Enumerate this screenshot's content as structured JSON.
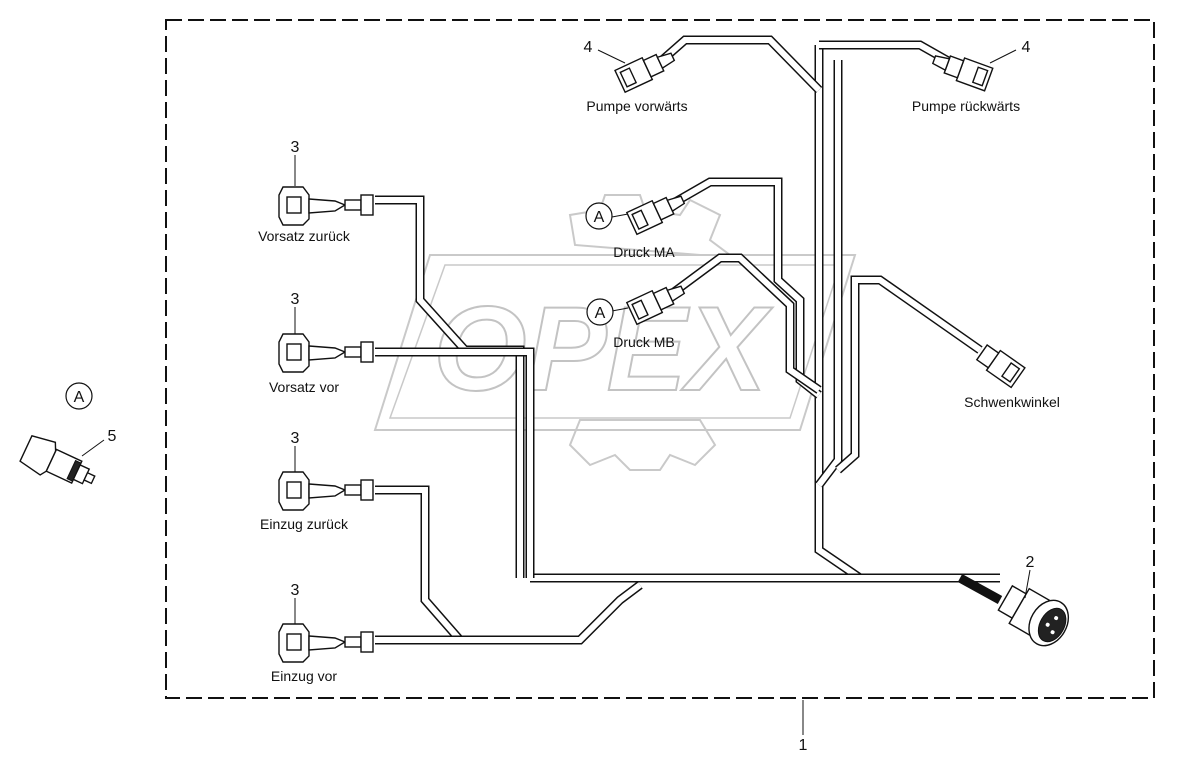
{
  "labels": {
    "pump_forward": "Pumpe vorwärts",
    "pump_reverse": "Pumpe rückwärts",
    "header_back": "Vorsatz zurück",
    "header_fwd": "Vorsatz vor",
    "intake_back": "Einzug zurück",
    "intake_fwd": "Einzug vor",
    "pressure_ma": "Druck MA",
    "pressure_mb": "Druck MB",
    "swivel_angle": "Schwenkwinkel"
  },
  "callouts": {
    "n1": "1",
    "n2": "2",
    "n3a": "3",
    "n3b": "3",
    "n3c": "3",
    "n3d": "3",
    "n4a": "4",
    "n4b": "4",
    "n5": "5",
    "detail_a1": "A",
    "detail_a2": "A",
    "detail_a3": "A"
  },
  "watermark": "OPEX"
}
